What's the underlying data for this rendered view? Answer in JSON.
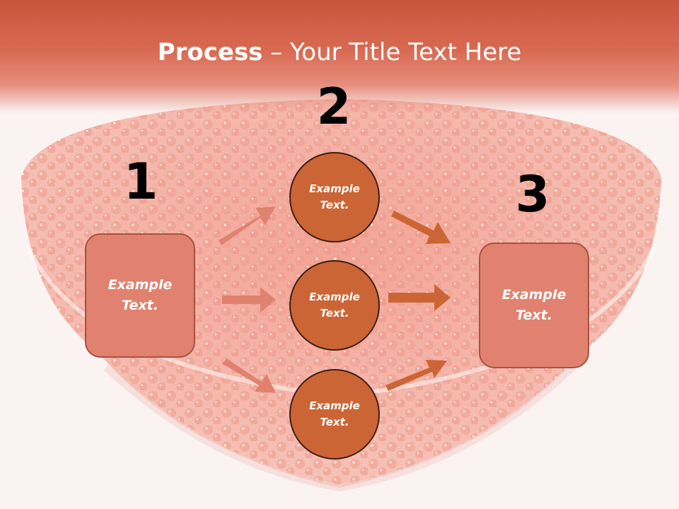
{
  "slide": {
    "title_bold": "Process",
    "title_rest": " – Your Title Text Here"
  },
  "steps": {
    "one": "1",
    "two": "2",
    "three": "3"
  },
  "nodes": {
    "left_box": "Example Text.",
    "circle_top": "Example Text.",
    "circle_middle": "Example Text.",
    "circle_bottom": "Example Text.",
    "right_box": "Example Text."
  },
  "colors": {
    "header": "#c7553c",
    "box_fill": "#e0826f",
    "circle_fill": "#cc6535",
    "arrow_light": "#e0826f",
    "arrow_dark": "#cc6535"
  }
}
